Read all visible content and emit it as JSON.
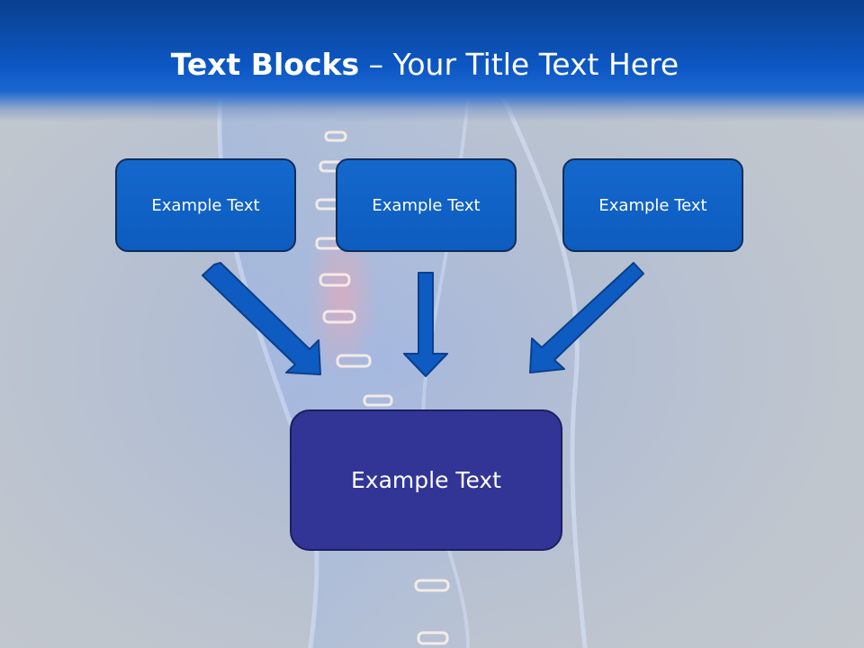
{
  "title": {
    "bold": "Text Blocks",
    "dash": " – ",
    "rest": "Your Title Text Here"
  },
  "blocks": {
    "left": "Example Text",
    "center": "Example Text",
    "right": "Example Text",
    "bottom": "Example Text"
  },
  "colors": {
    "header": "#0d57c4",
    "box_fill": "#1265c9",
    "bottom_fill": "#323596",
    "arrow_fill": "#0e5bc2"
  },
  "background_image": "spine-xray-illustration"
}
